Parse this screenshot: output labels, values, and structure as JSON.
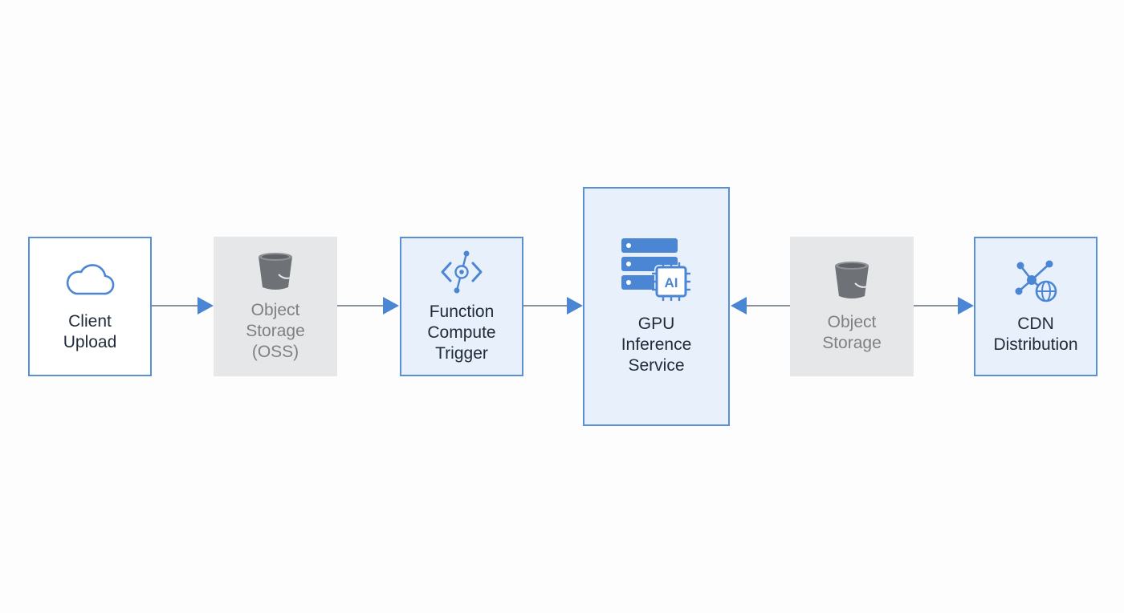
{
  "colors": {
    "accent": "#4a86d4",
    "border": "#5b8fd4",
    "node_fill_blue": "#e8f0fb",
    "node_fill_gray": "#e6e7e8",
    "connector_line": "#8a9099",
    "muted_text": "#7d8184",
    "text": "#1f2a3a"
  },
  "nodes": {
    "client_upload": {
      "line1": "Client",
      "line2": "Upload",
      "icon": "cloud-icon"
    },
    "object_storage_oss": {
      "line1": "Object",
      "line2": "Storage",
      "line3": "(OSS)",
      "icon": "bucket-icon"
    },
    "function_compute": {
      "line1": "Function",
      "line2": "Compute",
      "line3": "Trigger",
      "icon": "function-trigger-icon"
    },
    "gpu_inference": {
      "line1": "GPU",
      "line2": "Inference",
      "line3": "Service",
      "icon": "server-ai-chip-icon",
      "chip_text": "AI"
    },
    "object_storage": {
      "line1": "Object",
      "line2": "Storage",
      "icon": "bucket-icon"
    },
    "cdn_distribution": {
      "line1": "CDN",
      "line2": "Distribution",
      "icon": "network-globe-icon"
    }
  },
  "edges": [
    {
      "from": "Client Upload",
      "to": "Object Storage (OSS)"
    },
    {
      "from": "Object Storage (OSS)",
      "to": "Function Compute Trigger"
    },
    {
      "from": "Function Compute Trigger",
      "to": "GPU Inference Service"
    },
    {
      "from": "Object Storage",
      "to": "GPU Inference Service"
    },
    {
      "from": "Object Storage",
      "to": "CDN Distribution"
    }
  ]
}
